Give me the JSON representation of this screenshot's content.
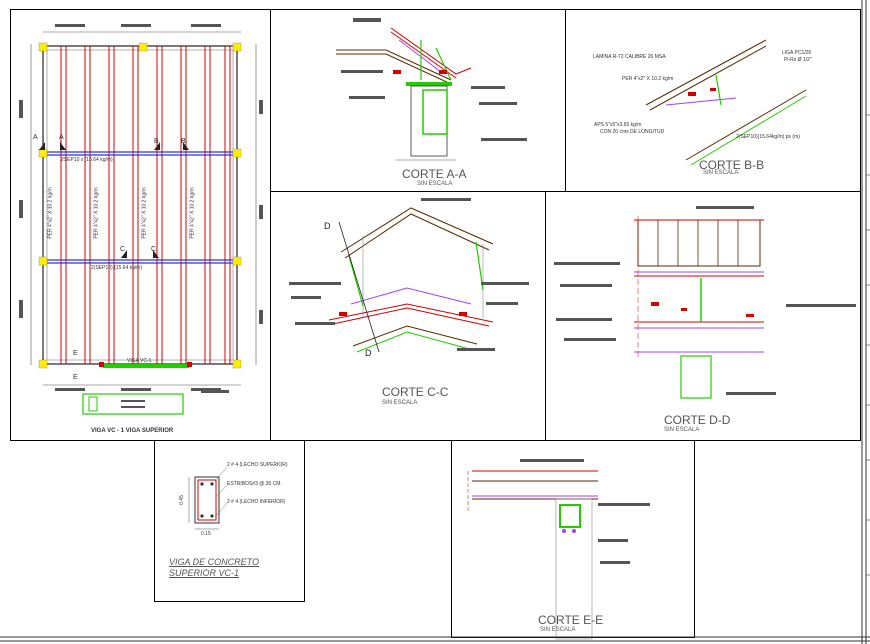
{
  "plan": {
    "beam_label": "VIGA VC-1",
    "inline_label": "VIGA VC-1",
    "caption": "VIGA VC - 1 VIGA SUPERIOR",
    "purlin_label": "PER 4\"x2\" X 10.2 kg/m",
    "top_beam": "2SEP10 x (15.64 kg/m)",
    "mid_beam": "2(SEP10) (15.64 kg/m)",
    "cuts": [
      "A",
      "A",
      "B",
      "B",
      "C",
      "C",
      "E",
      "E"
    ]
  },
  "corte_aa": {
    "title": "CORTE A-A",
    "sub": "SIN ESCALA"
  },
  "corte_bb": {
    "title": "CORTE B-B",
    "sub": "SIN ESCALA",
    "notes": [
      "LAMINA R-72 CALIBRE 26 MSA",
      "LIGA PC1/26",
      "Pl-Rs Ø 1/2\"",
      "PER 4\"x2\" X 10.2 kg/m",
      "APS 5\"x5\"x3.65 kg/m",
      "CON 20 cms DE LONGITUD",
      "2(SEP10)(15.64kg/m) ps (m)"
    ]
  },
  "corte_cc": {
    "title": "CORTE C-C",
    "sub": "SIN ESCALA",
    "cut_left": "D",
    "cut_right": "D"
  },
  "corte_dd": {
    "title": "CORTE D-D",
    "sub": "SIN ESCALA"
  },
  "viga": {
    "title1": "VIGA DE CONCRETO",
    "title2": "SUPERIOR VC-1",
    "notes": [
      "2 # 4 (LECHO SUPERIOR)",
      "ESTRIBOS#3 @ 30 CM.",
      "2 # 4 (LECHO INFERIOR)"
    ],
    "dim_w": "0.15",
    "dim_h": "0.45"
  },
  "corte_ee": {
    "title": "CORTE E-E",
    "sub": "SIN ESCALA"
  },
  "colors": {
    "red": "#d40000",
    "green": "#22cc00",
    "violet": "#a040ff",
    "blue": "#3333cc",
    "yellow": "#ffee00",
    "dark": "#5a2a00"
  }
}
